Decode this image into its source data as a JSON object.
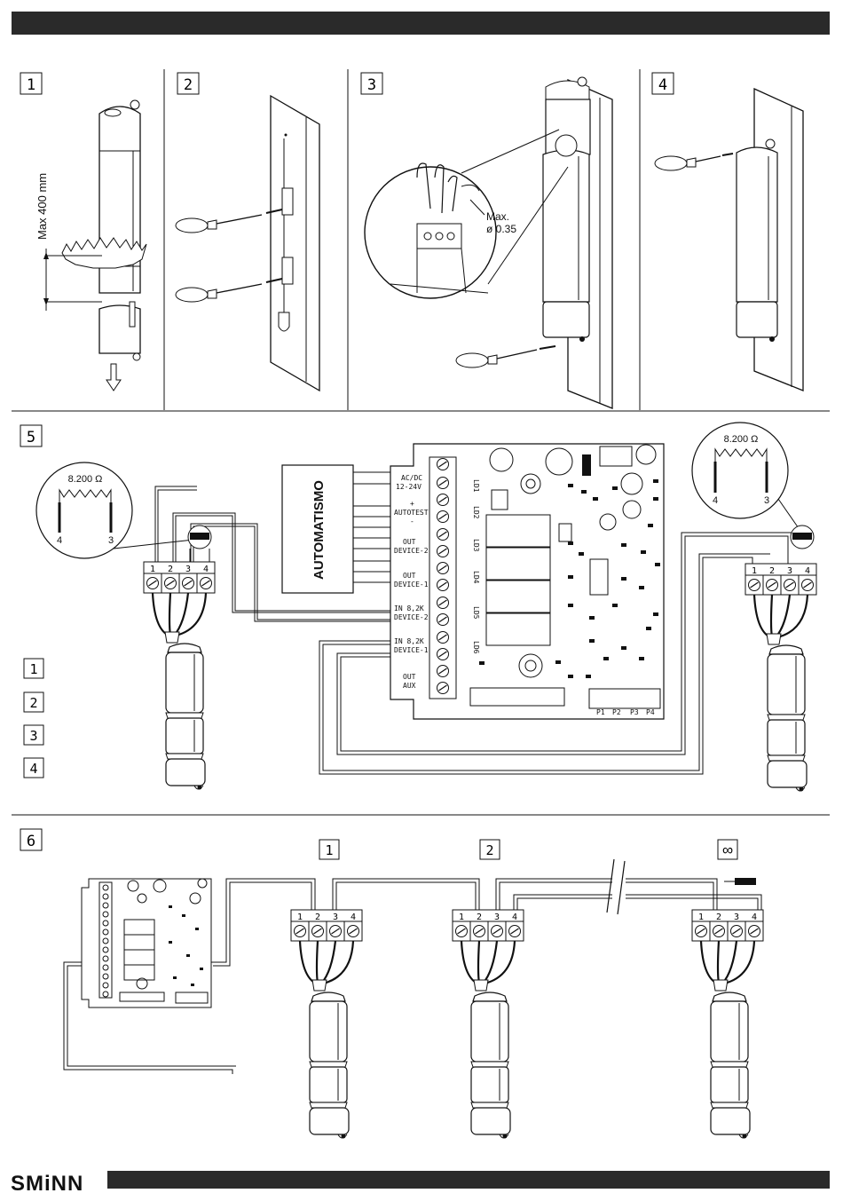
{
  "brand": "SMiNN",
  "steps": {
    "s1": "1",
    "s2": "2",
    "s3": "3",
    "s4": "4",
    "s5": "5",
    "s6": "6"
  },
  "step1": {
    "max_label": "Max 400 mm"
  },
  "step3": {
    "wire_label_1": "Max.",
    "wire_label_2": "ø 0.35"
  },
  "step5": {
    "resistor_label": "8.200 Ω",
    "terminal_a": "4",
    "terminal_b": "3",
    "automatismo": "AUTOMATISMO",
    "legend": [
      "1",
      "2",
      "3",
      "4"
    ],
    "terminal_numbers": [
      "1",
      "2",
      "3",
      "4"
    ],
    "board_labels": [
      [
        "AC/DC",
        "12-24V"
      ],
      [
        "+",
        "AUTOTEST",
        "-"
      ],
      [
        "OUT",
        "DEVICE-2"
      ],
      [
        "OUT",
        "DEVICE-1"
      ],
      [
        "IN 8,2K",
        "DEVICE-2"
      ],
      [
        "IN 8,2K",
        "DEVICE-1"
      ],
      [
        "OUT",
        "AUX"
      ]
    ],
    "leds": [
      "LD1",
      "LD2",
      "LD3",
      "LD4",
      "LD5",
      "LD6"
    ],
    "pots": [
      "P1",
      "P2",
      "P3",
      "P4"
    ]
  },
  "step6": {
    "device_tags": [
      "1",
      "2",
      "∞"
    ],
    "terminal_numbers": [
      "1",
      "2",
      "3",
      "4"
    ]
  },
  "colors": {
    "bar": "#2a2a2a",
    "line": "#111111"
  }
}
